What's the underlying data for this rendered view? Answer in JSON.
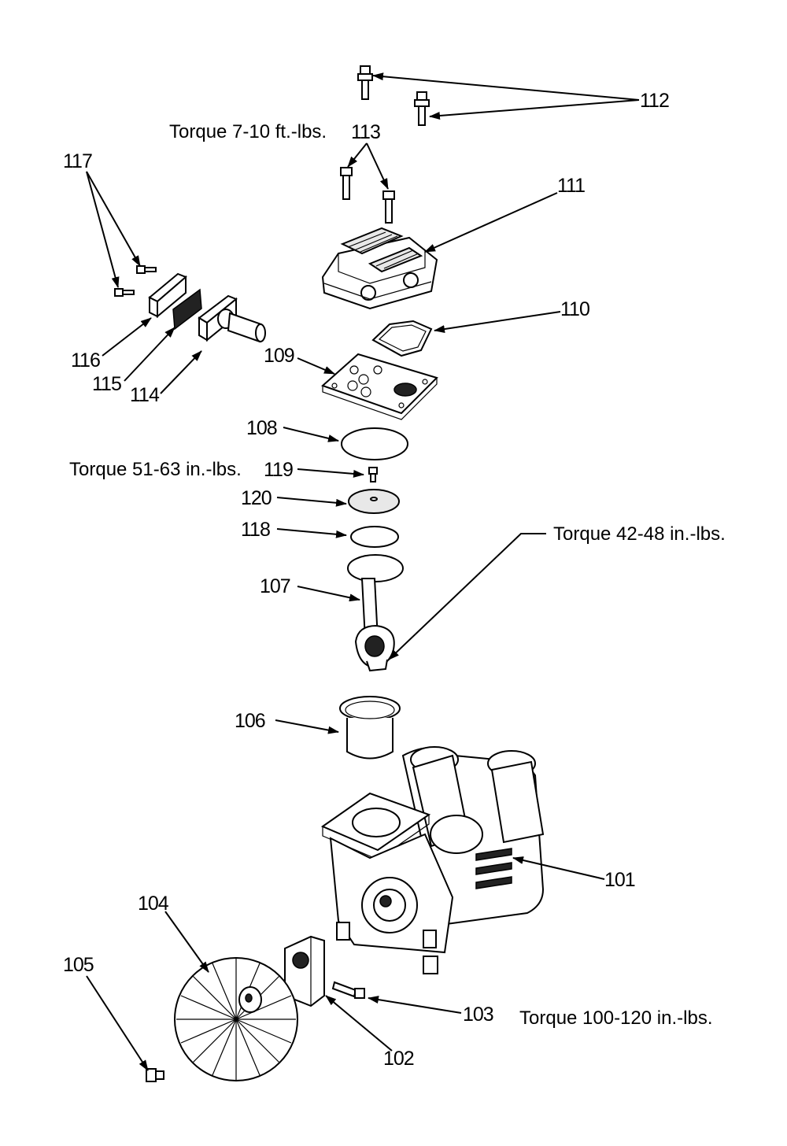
{
  "labels": {
    "p112": "112",
    "p113": "113",
    "p111": "111",
    "p110": "110",
    "p109": "109",
    "p117": "117",
    "p116": "116",
    "p115": "115",
    "p114": "114",
    "p108": "108",
    "p119": "119",
    "p120": "120",
    "p118": "118",
    "p107": "107",
    "p106": "106",
    "p101": "101",
    "p104": "104",
    "p105": "105",
    "p103": "103",
    "p102": "102"
  },
  "torque": {
    "head_bolts": "Torque  7-10 ft.-lbs.",
    "screw_119": "Torque  51-63 in.-lbs.",
    "rod": "Torque  42-48 in.-lbs.",
    "bolt_103": "Torque 100-120 in.-lbs."
  }
}
